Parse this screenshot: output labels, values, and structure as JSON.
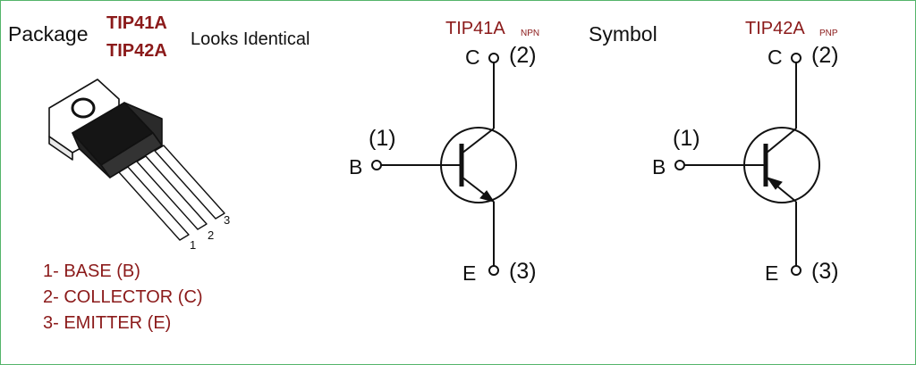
{
  "colors": {
    "accent": "#8b1a1a",
    "border": "#54b46a",
    "text": "#111111"
  },
  "package": {
    "title": "Package",
    "part_a": "TIP41A",
    "part_b": "TIP42A",
    "note": "Looks Identical",
    "pin_numbers": [
      "1",
      "2",
      "3"
    ],
    "pins": [
      "1- BASE (B)",
      "2- COLLECTOR (C)",
      "3- EMITTER (E)"
    ]
  },
  "symbol_title": "Symbol",
  "npn": {
    "part": "TIP41A",
    "type": "NPN",
    "collector": "C",
    "collector_pin": "(2)",
    "base": "B",
    "base_pin": "(1)",
    "emitter": "E",
    "emitter_pin": "(3)"
  },
  "pnp": {
    "part": "TIP42A",
    "type": "PNP",
    "collector": "C",
    "collector_pin": "(2)",
    "base": "B",
    "base_pin": "(1)",
    "emitter": "E",
    "emitter_pin": "(3)"
  }
}
